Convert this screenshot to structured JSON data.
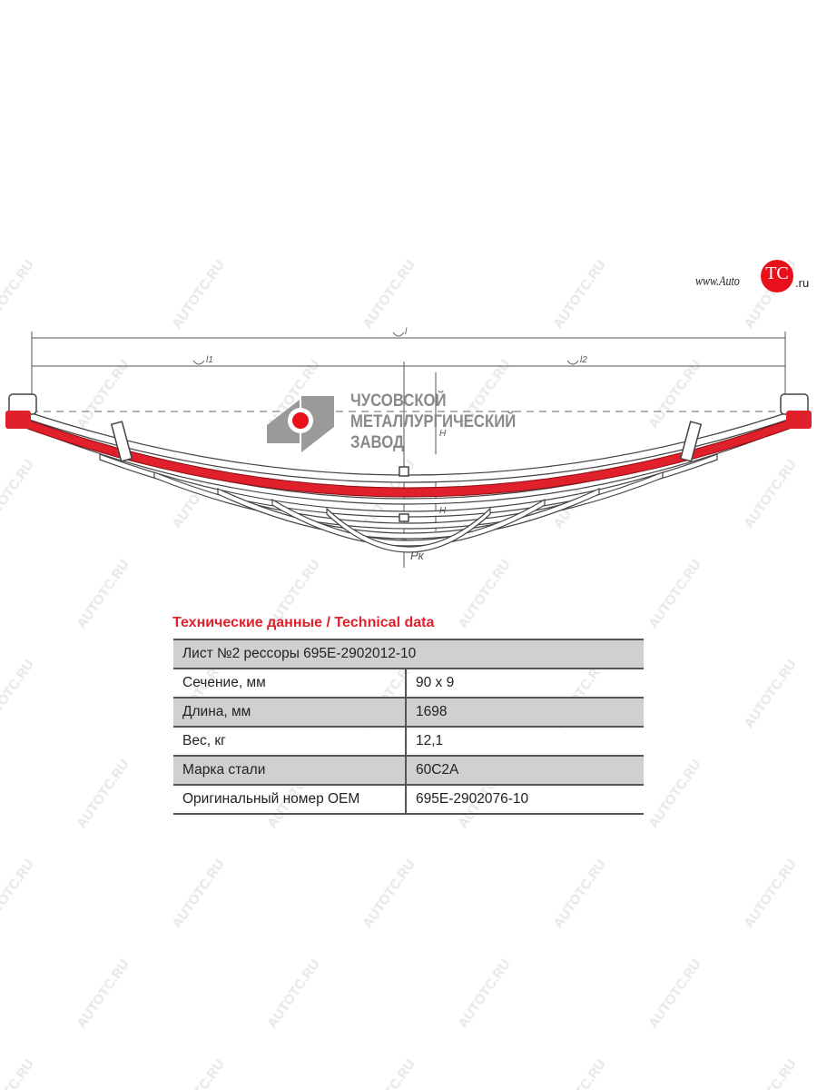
{
  "watermark": "AUTOTC.RU",
  "brand": {
    "www": "www.Auto",
    "tc": "TC",
    "ru": ".ru"
  },
  "logo": {
    "line1": "ЧУСОВСКОЙ",
    "line2": "МЕТАЛЛУРГИЧЕСКИЙ",
    "line3": "ЗАВОД"
  },
  "drawing": {
    "dim_l": "l",
    "dim_l1": "l1",
    "dim_l2": "l2",
    "force": "Pк",
    "height": "H",
    "height2": "H"
  },
  "colors": {
    "accent": "#e0202a",
    "row_gray": "#d0d0d0"
  },
  "table": {
    "title": "Технические данные / Technical data",
    "header": "Лист №2 рессоры 695E-2902012-10",
    "rows": [
      {
        "label": "Сечение, мм",
        "value": "90 x 9"
      },
      {
        "label": "Длина, мм",
        "value": "1698"
      },
      {
        "label": "Вес, кг",
        "value": "12,1"
      },
      {
        "label": "Марка стали",
        "value": "60С2А"
      },
      {
        "label": "Оригинальный номер OEM",
        "value": "695E-2902076-10"
      }
    ]
  }
}
